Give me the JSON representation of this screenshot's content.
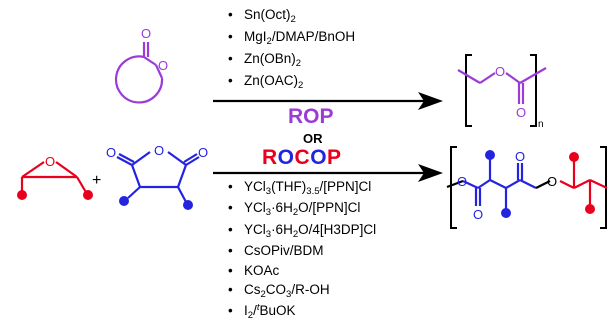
{
  "labels": {
    "rop": "ROP",
    "or": "OR",
    "rocop_letters": [
      {
        "char": "R",
        "color": "#e8001c"
      },
      {
        "char": "O",
        "color": "#2424e0"
      },
      {
        "char": "C",
        "color": "#e8001c"
      },
      {
        "char": "O",
        "color": "#2424e0"
      },
      {
        "char": "P",
        "color": "#e8001c"
      }
    ],
    "plus": "+",
    "repeat_n": "n"
  },
  "atoms": {
    "oxygen": "O"
  },
  "catalysts_rop": [
    [
      {
        "t": "Sn(Oct)"
      },
      {
        "t": "2",
        "s": "sub"
      }
    ],
    [
      {
        "t": "MgI"
      },
      {
        "t": "2",
        "s": "sub"
      },
      {
        "t": "/DMAP/BnOH"
      }
    ],
    [
      {
        "t": "Zn(OBn)"
      },
      {
        "t": "2",
        "s": "sub"
      }
    ],
    [
      {
        "t": "Zn(OAC)"
      },
      {
        "t": "2",
        "s": "sub"
      }
    ]
  ],
  "catalysts_rocop": [
    [
      {
        "t": "YCl"
      },
      {
        "t": "3",
        "s": "sub"
      },
      {
        "t": "(THF)"
      },
      {
        "t": "3.5",
        "s": "sub"
      },
      {
        "t": "/[PPN]Cl"
      }
    ],
    [
      {
        "t": "YCl"
      },
      {
        "t": "3",
        "s": "sub"
      },
      {
        "t": "·6H"
      },
      {
        "t": "2",
        "s": "sub"
      },
      {
        "t": "O/[PPN]Cl"
      }
    ],
    [
      {
        "t": "YCl"
      },
      {
        "t": "3",
        "s": "sub"
      },
      {
        "t": "·6H"
      },
      {
        "t": "2",
        "s": "sub"
      },
      {
        "t": "O/4[H3DP]Cl"
      }
    ],
    [
      {
        "t": "CsOPiv/BDM"
      }
    ],
    [
      {
        "t": "KOAc"
      }
    ],
    [
      {
        "t": "Cs"
      },
      {
        "t": "2",
        "s": "sub"
      },
      {
        "t": "CO"
      },
      {
        "t": "3",
        "s": "sub"
      },
      {
        "t": "/R-OH"
      }
    ],
    [
      {
        "t": "I"
      },
      {
        "t": "2",
        "s": "sub"
      },
      {
        "t": "/"
      },
      {
        "t": "t",
        "s": "sup"
      },
      {
        "t": "BuOK"
      }
    ]
  ],
  "colors": {
    "purple": "#9b3cd8",
    "red": "#e8001c",
    "blue": "#2424e0",
    "black": "#000000"
  }
}
